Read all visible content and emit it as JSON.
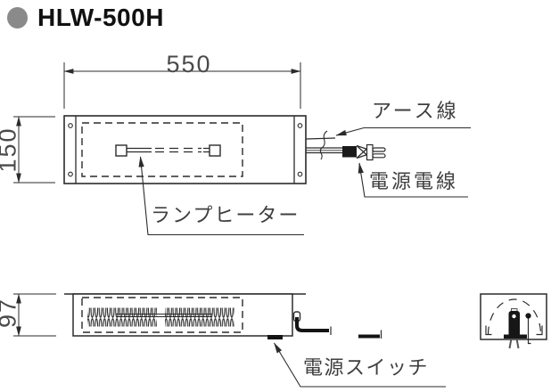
{
  "page": {
    "background": "#ffffff"
  },
  "header": {
    "bullet_color": "#8a8a8a",
    "title": "HLW-500H"
  },
  "drawing": {
    "line_color": "#2b2b2b",
    "dim_color": "#4a4a4a",
    "top_view": {
      "width_dim": "550",
      "height_dim": "150",
      "labels": {
        "earth_wire": "アース線",
        "power_cord": "電源電線",
        "lamp_heater": "ランプヒーター"
      }
    },
    "front_view": {
      "height_dim": "97",
      "labels": {
        "power_switch": "電源スイッチ"
      }
    }
  }
}
